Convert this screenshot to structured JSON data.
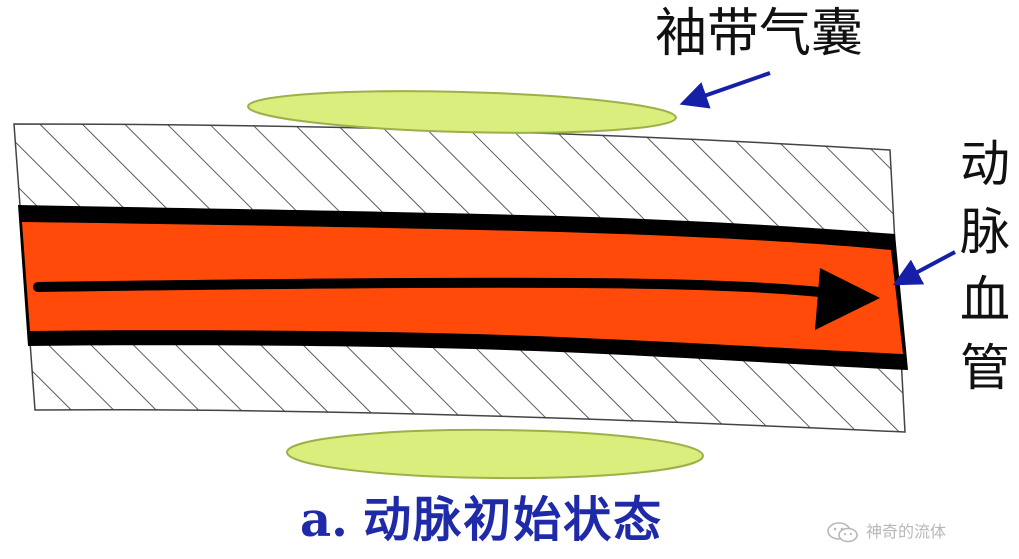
{
  "labels": {
    "cuff": "袖带气囊",
    "artery": [
      "动",
      "脉",
      "血",
      "管"
    ]
  },
  "caption": {
    "prefix": "a.",
    "text": "动脉初始状态"
  },
  "watermark": {
    "text": "神奇的流体",
    "icon": "wechat-icon"
  },
  "colors": {
    "blood": "#ff4a0a",
    "vessel_wall": "#000000",
    "tissue_hatch": "#333333",
    "cuff_balloon": "#d9ee7c",
    "pointer_arrow": "#1520a6",
    "caption": "#1f2aa8"
  }
}
